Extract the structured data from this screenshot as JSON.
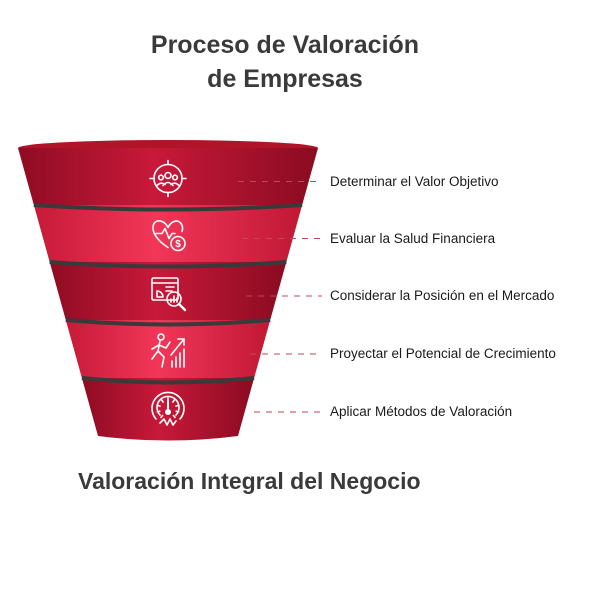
{
  "title": {
    "line1": "Proceso de Valoración",
    "line2": "de Empresas"
  },
  "subtitle": "Valoración Integral del Negocio",
  "colors": {
    "dark_red": "#b5122c",
    "bright_red": "#e8294b",
    "divider": "#3a3a3a",
    "dash": "#c04a5a",
    "text": "#3a3a3a"
  },
  "steps": [
    {
      "label": "Determinar el Valor Objetivo",
      "icon": "target-team-icon",
      "tone": "dark"
    },
    {
      "label": "Evaluar la Salud Financiera",
      "icon": "heart-dollar-icon",
      "tone": "bright"
    },
    {
      "label": "Considerar la Posición en el Mercado",
      "icon": "market-analysis-icon",
      "tone": "dark"
    },
    {
      "label": "Proyectar el Potencial de Crecimiento",
      "icon": "growth-runner-icon",
      "tone": "bright"
    },
    {
      "label": "Aplicar Métodos de Valoración",
      "icon": "gauge-icon",
      "tone": "dark"
    }
  ]
}
